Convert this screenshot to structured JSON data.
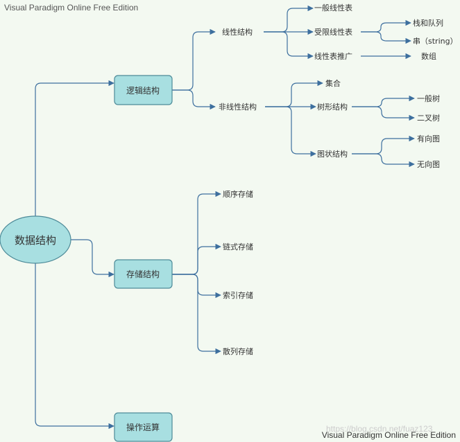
{
  "watermark": {
    "top": "Visual Paradigm Online Free Edition",
    "bottom": "Visual Paradigm Online Free Edition",
    "faint_url": "https://blog.csdn.net/fuaz123"
  },
  "colors": {
    "background": "#f3f9f1",
    "node_fill": "#a8dfe1",
    "node_stroke": "#4d8a98",
    "connector": "#3d6f9e"
  },
  "root": {
    "label": "数据结构"
  },
  "logical": {
    "label": "逻辑结构",
    "linear": {
      "label": "线性结构",
      "general": "一般线性表",
      "restricted": "受限线性表",
      "stack_queue": "栈和队列",
      "string": "串（string）",
      "extended": "线性表推广",
      "array": "数组"
    },
    "nonlinear": {
      "label": "非线性结构",
      "set": "集合",
      "tree": "树形结构",
      "general_tree": "一般树",
      "binary_tree": "二叉树",
      "graph": "图状结构",
      "directed": "有向图",
      "undirected": "无向图"
    }
  },
  "storage": {
    "label": "存储结构",
    "sequential": "顺序存储",
    "linked": "链式存储",
    "indexed": "索引存储",
    "hashed": "散列存储"
  },
  "operations": {
    "label": "操作运算"
  }
}
